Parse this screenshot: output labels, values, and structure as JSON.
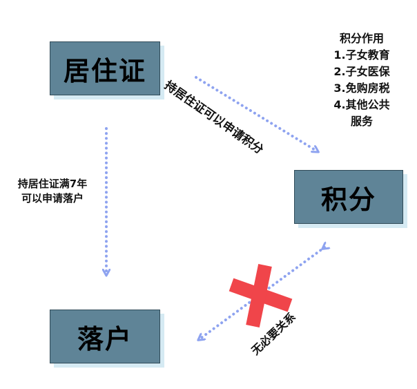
{
  "nodes": {
    "residence_permit": "居住证",
    "points": "积分",
    "settlement": "落户"
  },
  "points_usage": {
    "title": "积分作用",
    "items": [
      "1.子女教育",
      "2.子女医保",
      "3.免购房税",
      "4.其他公共",
      "服务"
    ]
  },
  "edges": {
    "permit_to_points": "持居住证可以申请积分",
    "permit_to_settlement_line1": "持居住证满7年",
    "permit_to_settlement_line2": "可以申请落户",
    "points_settlement": "无必要关系"
  },
  "colors": {
    "box_fill": "#5f8497",
    "box_shadow": "#d5eaf3",
    "arrow": "#8ea3f0",
    "cross": "#f0454a"
  }
}
